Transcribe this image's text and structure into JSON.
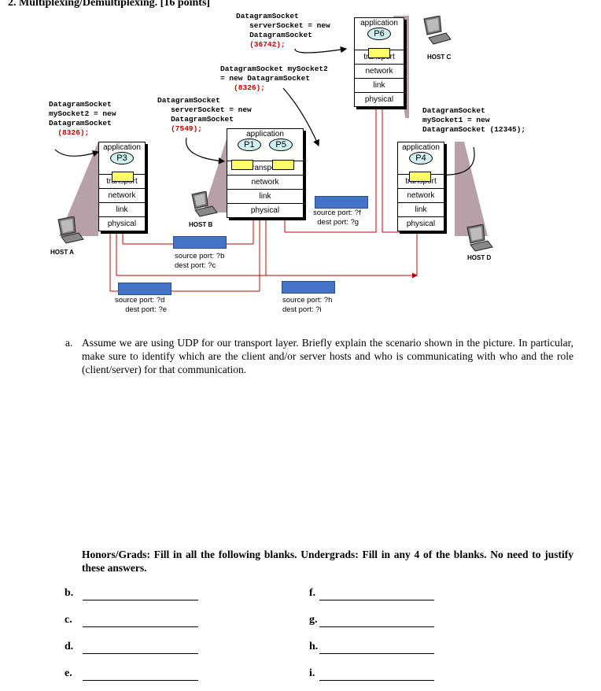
{
  "heading": "2.  Multiplexing/Demultiplexing. [16 points]",
  "code": {
    "c_server": [
      "DatagramSocket",
      "   serverSocket = new",
      "   DatagramSocket",
      "   (36742);"
    ],
    "b_my2": [
      "DatagramSocket mySocket2",
      "= new DatagramSocket",
      "   (8326);"
    ],
    "b_server": [
      "DatagramSocket",
      "   serverSocket = new",
      "   DatagramSocket",
      "   (7549);"
    ],
    "a_my2": [
      "DatagramSocket",
      "mySocket2 = new",
      "DatagramSocket",
      "  (8326);"
    ],
    "d_my1": [
      "DatagramSocket",
      "mySocket1 = new",
      "DatagramSocket (12345);"
    ]
  },
  "hosts": {
    "a": "HOST A",
    "b": "HOST B",
    "c": "HOST C",
    "d": "HOST D"
  },
  "layers": {
    "app": "application",
    "transport": "transport",
    "network": "network",
    "link": "link",
    "physical": "physical"
  },
  "procs": {
    "p1": "P1",
    "p3": "P3",
    "p4": "P4",
    "p5": "P5",
    "p6": "P6"
  },
  "ports": {
    "b": "source port: ?b\ndest port: ?c",
    "d": "source port: ?d\n     dest port: ?e",
    "f": "source port: ?f\n  dest port: ?g",
    "h": "source port: ?h\ndest port: ?i"
  },
  "question_a_label": "a.",
  "question_a": "Assume we are using UDP for our transport layer. Briefly explain the scenario shown in the picture. In particular, make sure to identify which are the client and/or server hosts and who is communicating with who and the role (client/server) for that communication.",
  "instructions": "Honors/Grads: Fill in all the following blanks. Undergrads: Fill in any 4 of the blanks. No need to justify these answers.",
  "blanks": {
    "b": "b.",
    "c": "c.",
    "d": "d.",
    "e": "e.",
    "f": "f.",
    "g": "g.",
    "h": "h.",
    "i": "i."
  }
}
